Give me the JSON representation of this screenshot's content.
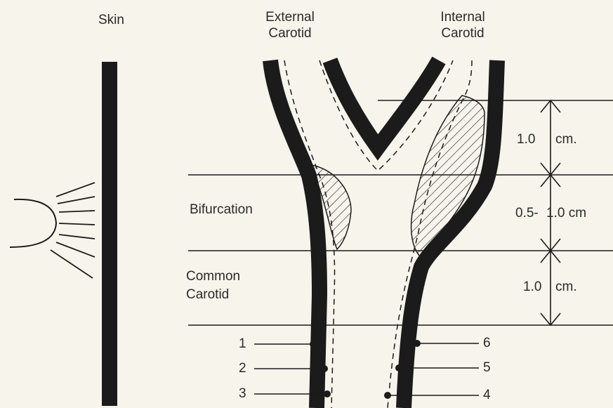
{
  "labels": {
    "skin": "Skin",
    "external_carotid": [
      "External",
      "Carotid"
    ],
    "internal_carotid": [
      "Internal",
      "Carotid"
    ],
    "bifurcation": "Bifurcation",
    "common_carotid": [
      "Common",
      "Carotid"
    ]
  },
  "dimensions": [
    {
      "left": "1.0",
      "right": "cm."
    },
    {
      "left": "0.5-",
      "right": "1.0 cm"
    },
    {
      "left": "1.0",
      "right": "cm."
    }
  ],
  "measurement_points": [
    "1",
    "2",
    "3",
    "4",
    "5",
    "6"
  ],
  "colors": {
    "background": "#f7f4ec",
    "ink": "#1b1b1b",
    "text": "#2a2a2a"
  }
}
